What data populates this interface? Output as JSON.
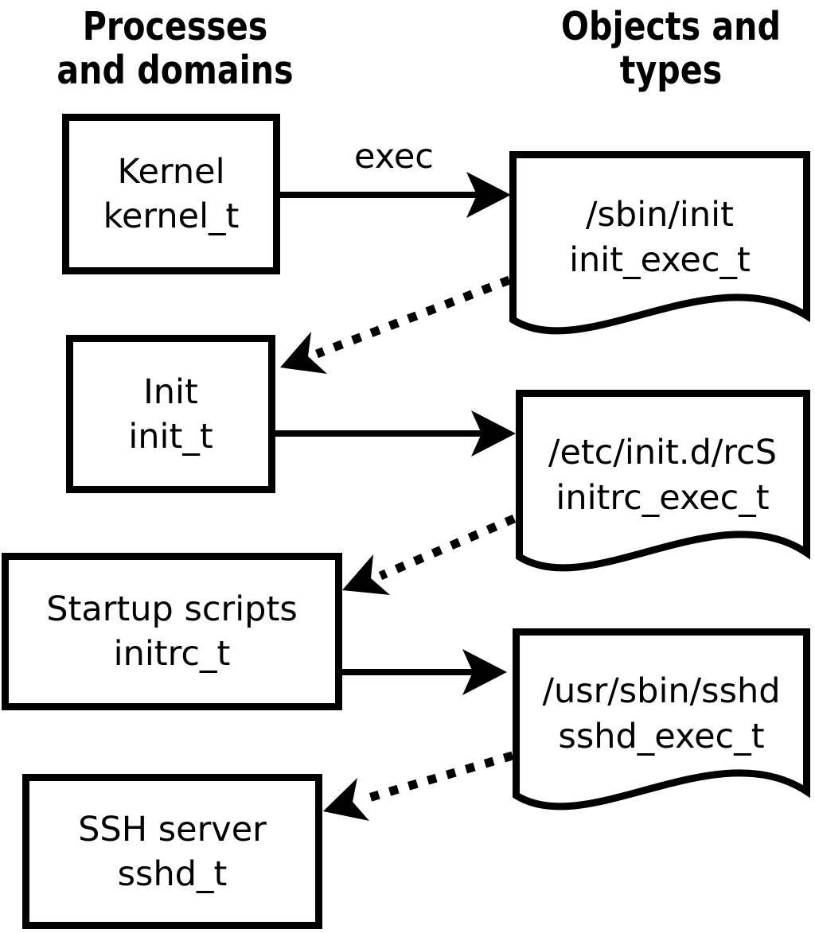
{
  "headers": {
    "left": {
      "line1": "Processes",
      "line2": "and domains"
    },
    "right": {
      "line1": "Objects and",
      "line2": "types"
    }
  },
  "edges": {
    "exec_label": "exec"
  },
  "processes": [
    {
      "name": "Kernel",
      "type": "kernel_t"
    },
    {
      "name": "Init",
      "type": "init_t"
    },
    {
      "name": "Startup scripts",
      "type": "initrc_t"
    },
    {
      "name": "SSH server",
      "type": "sshd_t"
    }
  ],
  "objects": [
    {
      "path": "/sbin/init",
      "type": "init_exec_t"
    },
    {
      "path": "/etc/init.d/rcS",
      "type": "initrc_exec_t"
    },
    {
      "path": "/usr/sbin/sshd",
      "type": "sshd_exec_t"
    }
  ],
  "colors": {
    "ink": "#000000",
    "paper": "#ffffff"
  }
}
